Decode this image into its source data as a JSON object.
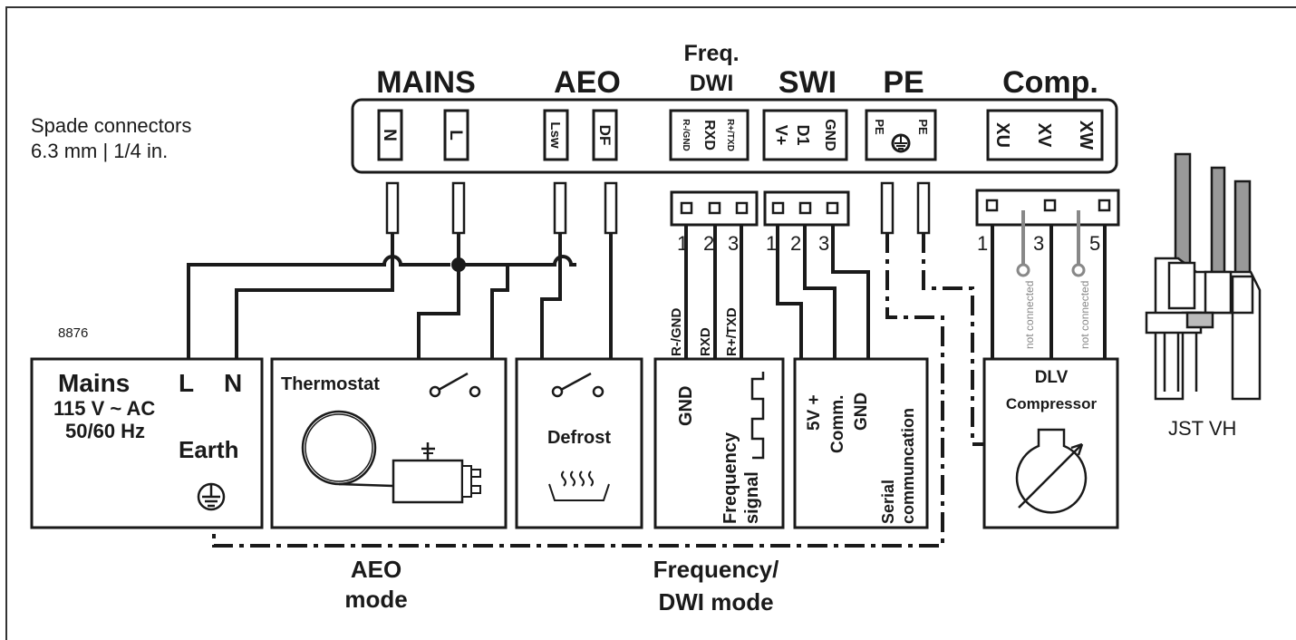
{
  "headers": {
    "mains": "MAINS",
    "aeo": "AEO",
    "freq_line1": "Freq.",
    "freq_line2": "DWI",
    "swi": "SWI",
    "pe": "PE",
    "comp": "Comp."
  },
  "spade_note": {
    "line1": "Spade connectors",
    "line2": "6.3 mm | 1/4 in."
  },
  "terminals": {
    "n": "N",
    "l": "L",
    "lsw": "Lsw",
    "df": "DF",
    "r_gnd": "R-/GND",
    "rxd": "RXD",
    "r_txd": "R+/TXD",
    "v_plus": "V+",
    "d1": "D1",
    "gnd": "GND",
    "pe_a": "PE",
    "pe_b": "PE",
    "xu": "XU",
    "xv": "XV",
    "xw": "XW"
  },
  "pin_numbers": {
    "freq": [
      "1",
      "2",
      "3"
    ],
    "swi": [
      "1",
      "2",
      "3"
    ],
    "comp": [
      "1",
      "3",
      "5"
    ]
  },
  "wire_labels": {
    "r_gnd": "R-/GND",
    "rxd": "RXD",
    "r_txd": "R+/TXD"
  },
  "not_connected": [
    "not connected",
    "not connected"
  ],
  "ref_number": "8876",
  "mains_box": {
    "title": "Mains",
    "voltage": "115 V ~ AC",
    "freq": "50/60 Hz",
    "l": "L",
    "n": "N",
    "earth": "Earth"
  },
  "thermostat_box": {
    "title": "Thermostat"
  },
  "defrost_box": {
    "title": "Defrost"
  },
  "freq_box": {
    "gnd": "GND",
    "signal_line1": "Frequency",
    "signal_line2": "signal"
  },
  "serial_box": {
    "v5": "5V +",
    "comm": "Comm.",
    "gnd": "GND",
    "serial_line1": "Serial",
    "serial_line2": "communcation"
  },
  "dlv_box": {
    "title": "DLV",
    "subtitle": "Compressor"
  },
  "jst_label": "JST VH",
  "modes": {
    "aeo_line1": "AEO",
    "aeo_line2": "mode",
    "freq_line1": "Frequency/",
    "freq_line2": "DWI mode"
  }
}
